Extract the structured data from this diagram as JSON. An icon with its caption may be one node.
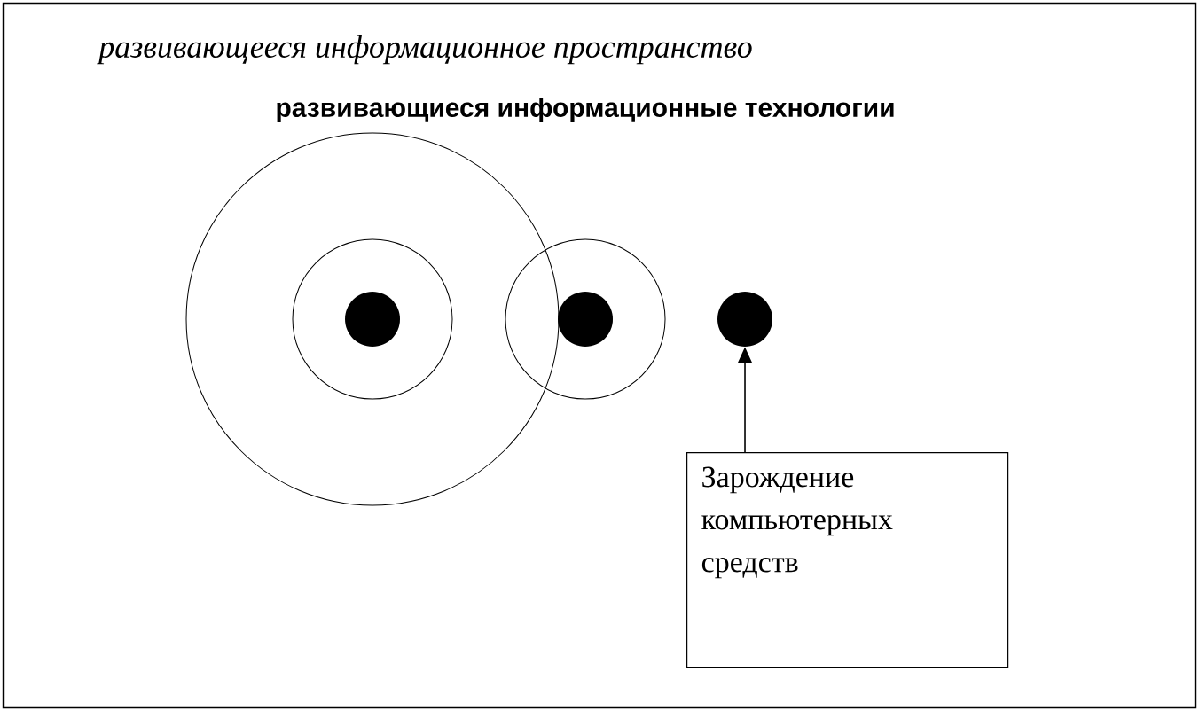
{
  "diagram": {
    "nodes": [
      {
        "text": [],
        "shape": "circle"
      },
      {
        "text": [],
        "shape": "circle"
      },
      {
        "text": [],
        "shape": "circle"
      },
      {
        "text": [
          "Зарождение компьютерных средств"
        ]
      }
    ],
    "edges": [
      {
        "from": 3,
        "to": 2,
        "arrow": "to"
      }
    ],
    "labels": [
      "развивающееся информационное пространство",
      "развивающиеся информационные технологии"
    ]
  }
}
